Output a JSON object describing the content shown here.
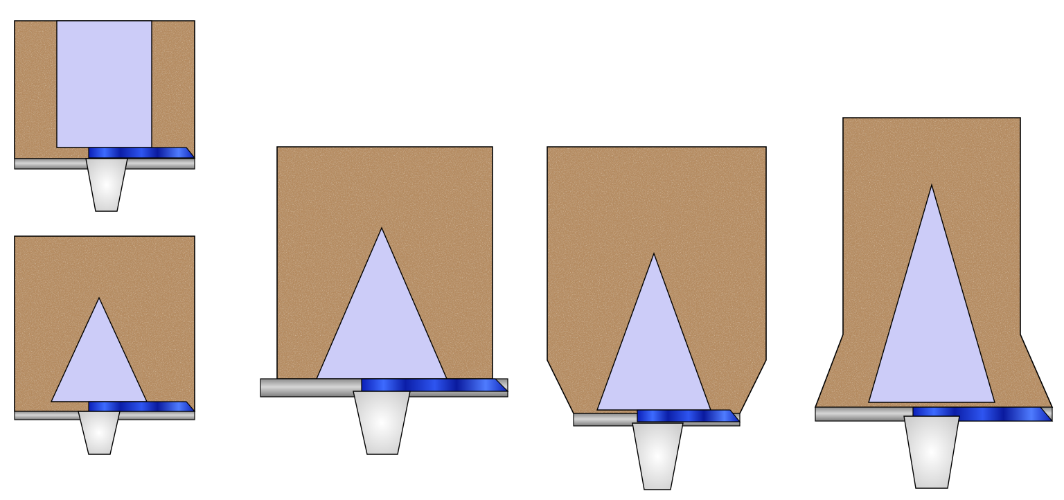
{
  "diagram": {
    "panels": [
      {
        "id": "panel-1",
        "bulk_shape": "square-box",
        "void_shape": "rectangular-core"
      },
      {
        "id": "panel-2",
        "bulk_shape": "square-box",
        "void_shape": "triangular-core"
      },
      {
        "id": "panel-3",
        "bulk_shape": "square-box",
        "void_shape": "triangular-core"
      },
      {
        "id": "panel-4",
        "bulk_shape": "tapered-hopper",
        "void_shape": "triangular-core"
      },
      {
        "id": "panel-5",
        "bulk_shape": "tapered-hopper",
        "void_shape": "triangular-core"
      }
    ],
    "colors": {
      "bulk_material": "#b48a5f",
      "bulk_dark": "#7a5534",
      "bulk_light": "#d9b892",
      "void": "#ccccf8",
      "gate_blue": "#1a3ad6",
      "gate_blue_light": "#4f7cff",
      "floor_grey": "#a8a8a8",
      "outlet_white": "#f2f2f2",
      "outline": "#000000"
    }
  }
}
